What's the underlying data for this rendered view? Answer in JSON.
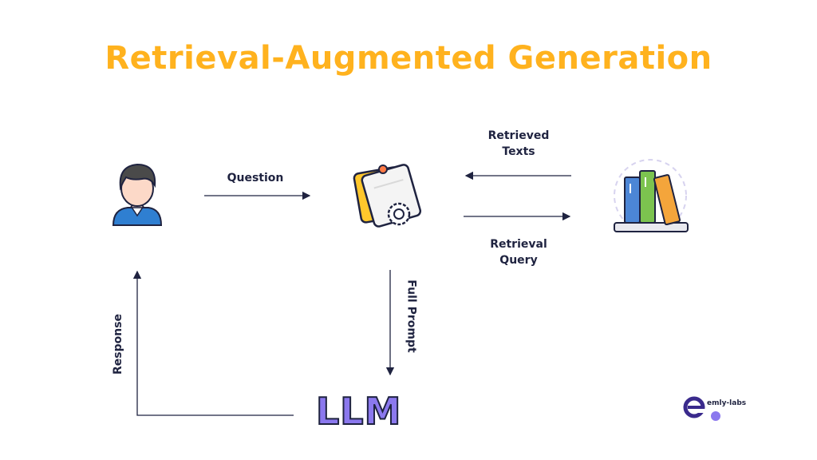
{
  "title": "Retrieval-Augmented Generation",
  "labels": {
    "question": "Question",
    "retrieved_texts_line1": "Retrieved",
    "retrieved_texts_line2": "Texts",
    "retrieval_query_line1": "Retrieval",
    "retrieval_query_line2": "Query",
    "full_prompt": "Full Prompt",
    "response": "Response",
    "llm": "LLM"
  },
  "icons": {
    "user": "user-icon",
    "prompt_builder": "prompt-builder-icon",
    "knowledge_base": "books-icon"
  },
  "logo": {
    "mark": "e",
    "name": "emly-labs"
  },
  "colors": {
    "title": "#ffb21e",
    "llm": "#8b78ee",
    "ink": "#1f2340",
    "logo": "#3a2a8c",
    "logo_dot": "#8b78ee"
  }
}
